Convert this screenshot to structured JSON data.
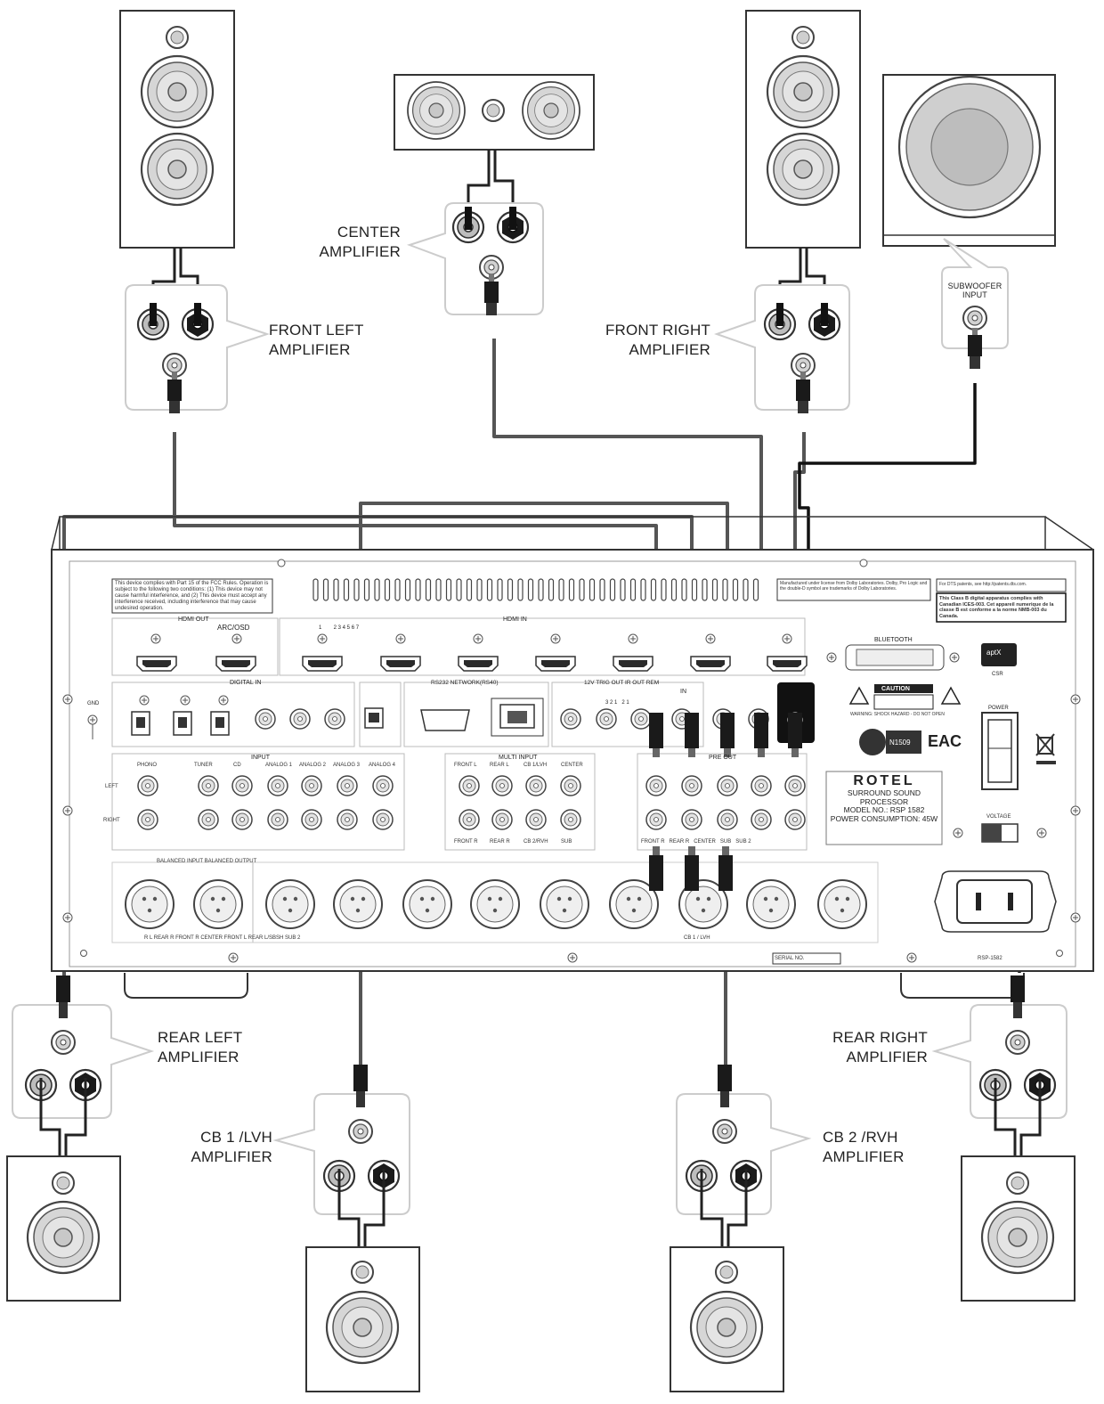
{
  "amplifiers": {
    "front_left": [
      "FRONT LEFT",
      "AMPLIFIER"
    ],
    "center": [
      "CENTER",
      "AMPLIFIER"
    ],
    "front_right": [
      "FRONT RIGHT",
      "AMPLIFIER"
    ],
    "subwoofer_input": [
      "SUBWOOFER",
      "INPUT"
    ],
    "rear_left": [
      "REAR LEFT",
      "AMPLIFIER"
    ],
    "rear_right": [
      "REAR RIGHT",
      "AMPLIFIER"
    ],
    "cb1": [
      "CB 1 /LVH",
      "AMPLIFIER"
    ],
    "cb2": [
      "CB 2 /RVH",
      "AMPLIFIER"
    ]
  },
  "panel": {
    "brand": "ROTEL",
    "product_lines": [
      "SURROUND SOUND",
      "PROCESSOR",
      "MODEL NO.: RSP 1582",
      "POWER CONSUMPTION: 45W"
    ],
    "hdmi_out": "HDMI OUT",
    "arc_osd": "ARC/OSD",
    "hdmi_in": "HDMI IN",
    "hdmi_in_numbers": "1        2 3 4 5 6 7",
    "bluetooth": "BLUETOOTH",
    "digital_in": "DIGITAL IN",
    "gnd": "GND",
    "rs232": "RS232  NETWORK(RS40)",
    "trig": "12V TRIG OUT  IR OUT  REM",
    "trig_numbers": "3 2 1   2 1",
    "in": "IN",
    "input": "INPUT",
    "input_cols": [
      "PHONO",
      "TUNER",
      "CD",
      "ANALOG 1",
      "ANALOG 2",
      "ANALOG 3",
      "ANALOG 4"
    ],
    "left": "LEFT",
    "right": "RIGHT",
    "multi_input": "MULTI INPUT",
    "multi_top": [
      "FRONT L",
      "REAR L",
      "CB 1/LVH",
      "CENTER"
    ],
    "multi_bottom": [
      "FRONT R",
      "REAR R",
      "CB 2/RVH",
      "SUB"
    ],
    "preout": "PRE OUT",
    "preout_bottom": "FRONT R   REAR R   CENTER   SUB   SUB 2",
    "balanced": "BALANCED INPUT  BALANCED OUTPUT",
    "balanced_bottom": "R  L  REAR R  FRONT R  CENTER  FRONT L  REAR L/SBSH  SUB 2",
    "cb_lvh": "CB 1 / LVH",
    "power": "POWER",
    "voltage": "VOLTAGE",
    "caution": "CAUTION",
    "certification": "N1509",
    "eac": "EAC",
    "aptx": "aptX",
    "csr": "CSR",
    "model_short": "RSP-1582",
    "serial": "SERIAL NO.",
    "fcc_text": "This device complies with Part 15 of the FCC Rules. Operation is subject to the following two conditions: (1) This device may not cause harmful interference, and (2) This device must accept any interference received, including interference that may cause undesired operation.",
    "dolby_text": "Manufactured under license from Dolby Laboratories. Dolby, Pro Logic and the double-D symbol are trademarks of Dolby Laboratories.",
    "dts_text": "For DTS patents, see http://patents.dts.com.",
    "canada_text": "This Class B digital apparatus complies with Canadian ICES-003. Cet appareil numerique de la classe B est conforme a la norme NMB-003 du Canada.",
    "warning_text": "WARNING: SHOCK HAZARD - DO NOT OPEN"
  },
  "colors": {
    "wire": "#555555",
    "wire_dark": "#111111",
    "outline": "#333333",
    "cone_fill": "#d8d8d8",
    "panel_fill": "#ffffff"
  }
}
